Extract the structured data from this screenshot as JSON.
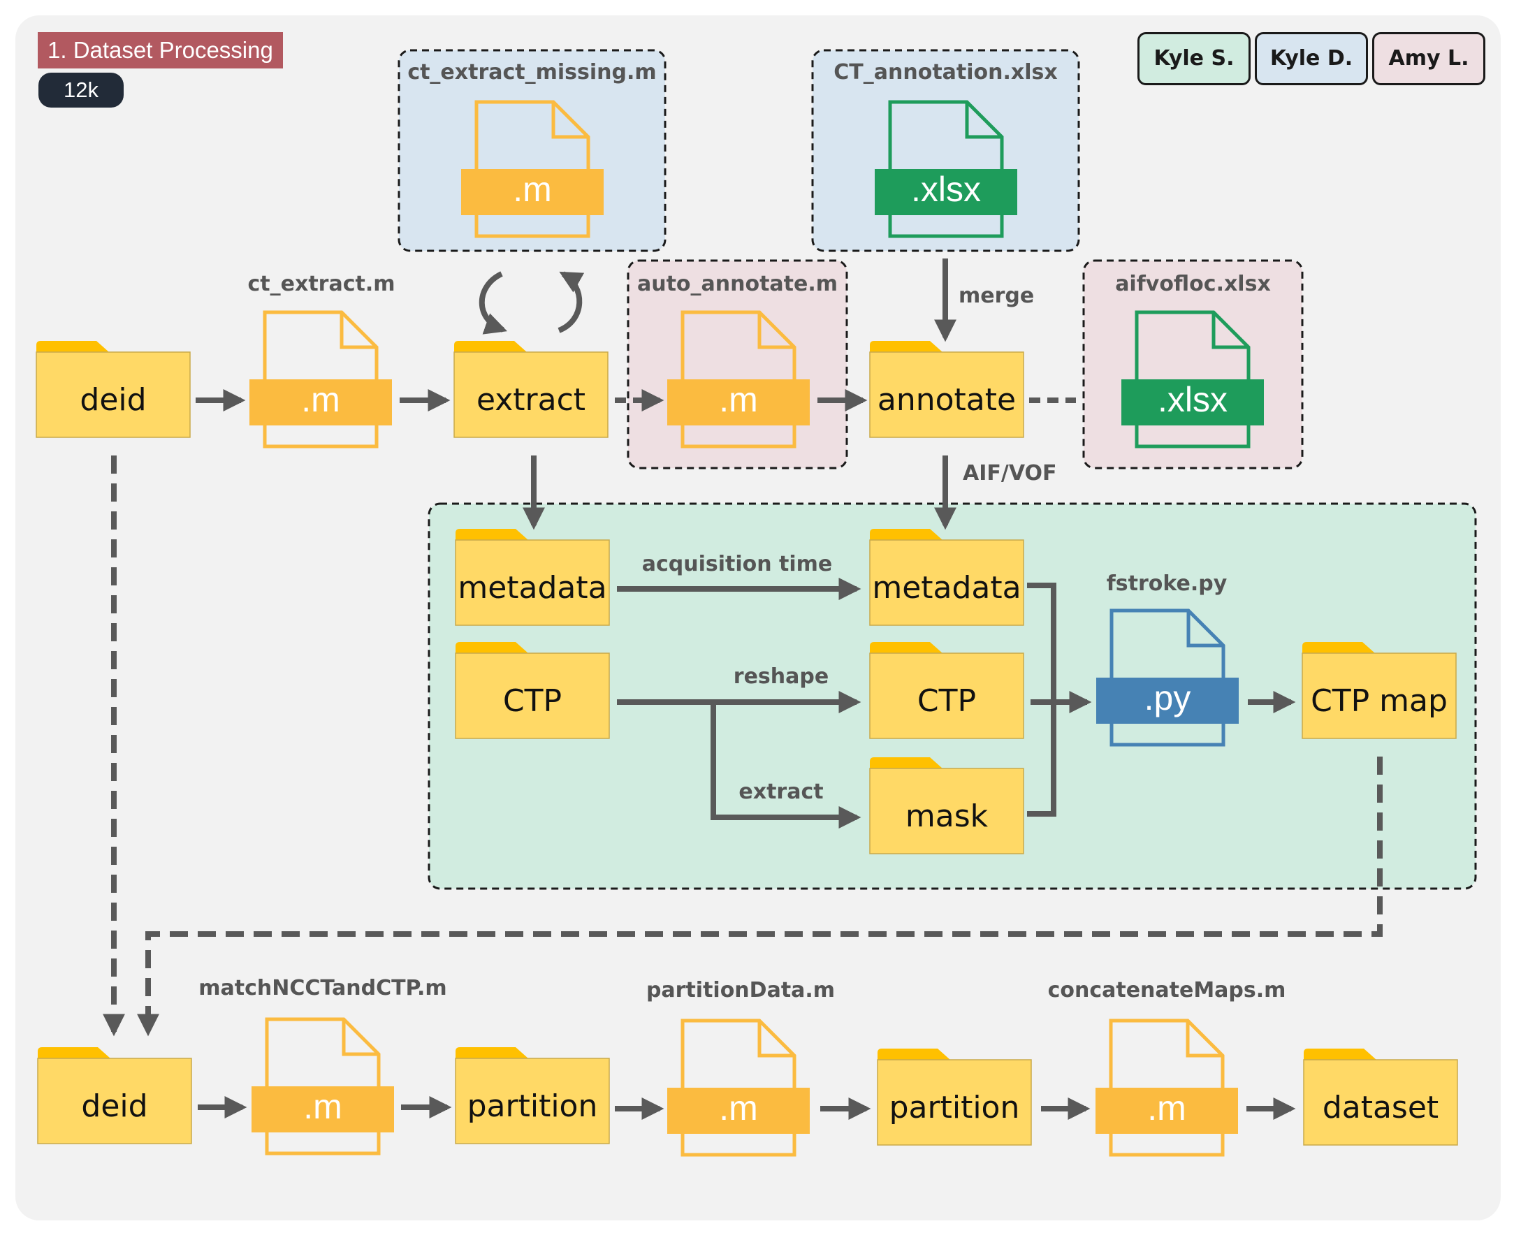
{
  "header": {
    "title": "1. Dataset Processing",
    "count": "12k"
  },
  "legend": [
    {
      "label": "Kyle S.",
      "color": "#d1ece0"
    },
    {
      "label": "Kyle D.",
      "color": "#d8e5f0"
    },
    {
      "label": "Amy L.",
      "color": "#eedfe2"
    }
  ],
  "colors": {
    "background": "#f2f2f2",
    "folder_body": "#ffd966",
    "folder_tab": "#ffc000",
    "matlab_file": "#fbbb40",
    "excel_file": "#1e9c5b",
    "python_file": "#4682b4",
    "arrow": "#595959",
    "group_green": "#d1ece0",
    "group_blue": "#d8e5f0",
    "group_pink": "#eedfe2"
  },
  "files": {
    "ct_extract_missing": {
      "name": "ct_extract_missing.m",
      "ext": ".m"
    },
    "ct_annotation": {
      "name": "CT_annotation.xlsx",
      "ext": ".xlsx"
    },
    "ct_extract": {
      "name": "ct_extract.m",
      "ext": ".m"
    },
    "auto_annotate": {
      "name": "auto_annotate.m",
      "ext": ".m"
    },
    "aifvofloc": {
      "name": "aifvofloc.xlsx",
      "ext": ".xlsx"
    },
    "fstroke": {
      "name": "fstroke.py",
      "ext": ".py"
    },
    "match": {
      "name": "matchNCCTandCTP.m",
      "ext": ".m"
    },
    "partition_data": {
      "name": "partitionData.m",
      "ext": ".m"
    },
    "concatenate": {
      "name": "concatenateMaps.m",
      "ext": ".m"
    }
  },
  "folders": {
    "deid_top": "deid",
    "extract": "extract",
    "annotate": "annotate",
    "metadata_left": "metadata",
    "metadata_right": "metadata",
    "ctp_left": "CTP",
    "ctp_right": "CTP",
    "mask": "mask",
    "ctp_map": "CTP map",
    "deid_bottom": "deid",
    "partition_1": "partition",
    "partition_2": "partition",
    "dataset": "dataset"
  },
  "edge_labels": {
    "merge": "merge",
    "aif_vof": "AIF/VOF",
    "acquisition_time": "acquisition time",
    "reshape": "reshape",
    "extract": "extract"
  }
}
